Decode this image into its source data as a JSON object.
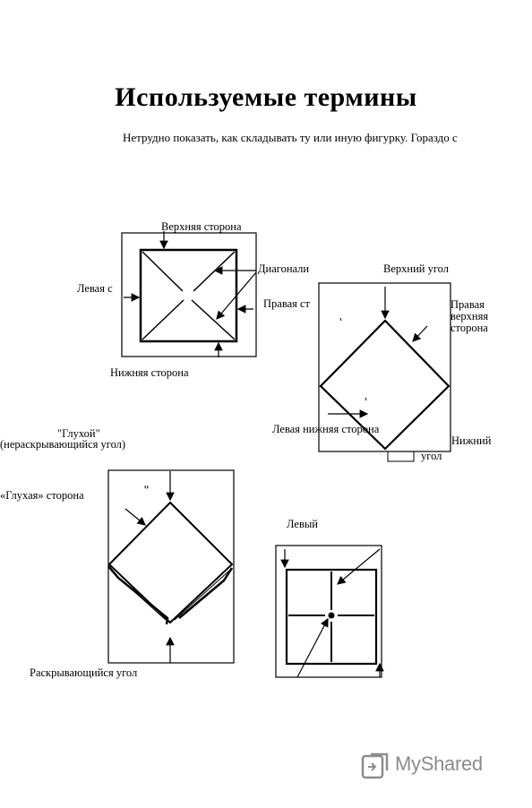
{
  "page": {
    "title": "Используемые термины",
    "subtitle": "Нетрудно показать, как складывать ту или иную фигурку. Гораздо с"
  },
  "figure1": {
    "top": "Верхняя сторона",
    "left": "Левая с",
    "diagonals": "Диагонали",
    "right": "Правая ст",
    "bottom": "Нижняя сторона"
  },
  "figure2": {
    "top_corner": "Верхний угол",
    "right_upper_1": "Правая",
    "right_upper_2": "верхняя",
    "right_upper_3": "сторона",
    "left_lower": "Левая нижняя сторона",
    "bottom_corner_1": "Нижний",
    "bottom_corner_2": "угол"
  },
  "figure3": {
    "blind_corner_1": "\"Глухой\"",
    "blind_corner_2": "(нераскрывающийся угол)",
    "blind_side": "«Глухая» сторона",
    "quote_mark": "\"",
    "opening_corner": "Раскрывающийся угол"
  },
  "figure4": {
    "left": "Левый"
  },
  "watermark": {
    "text": "MyShared",
    "color": "#8c8c8c"
  }
}
